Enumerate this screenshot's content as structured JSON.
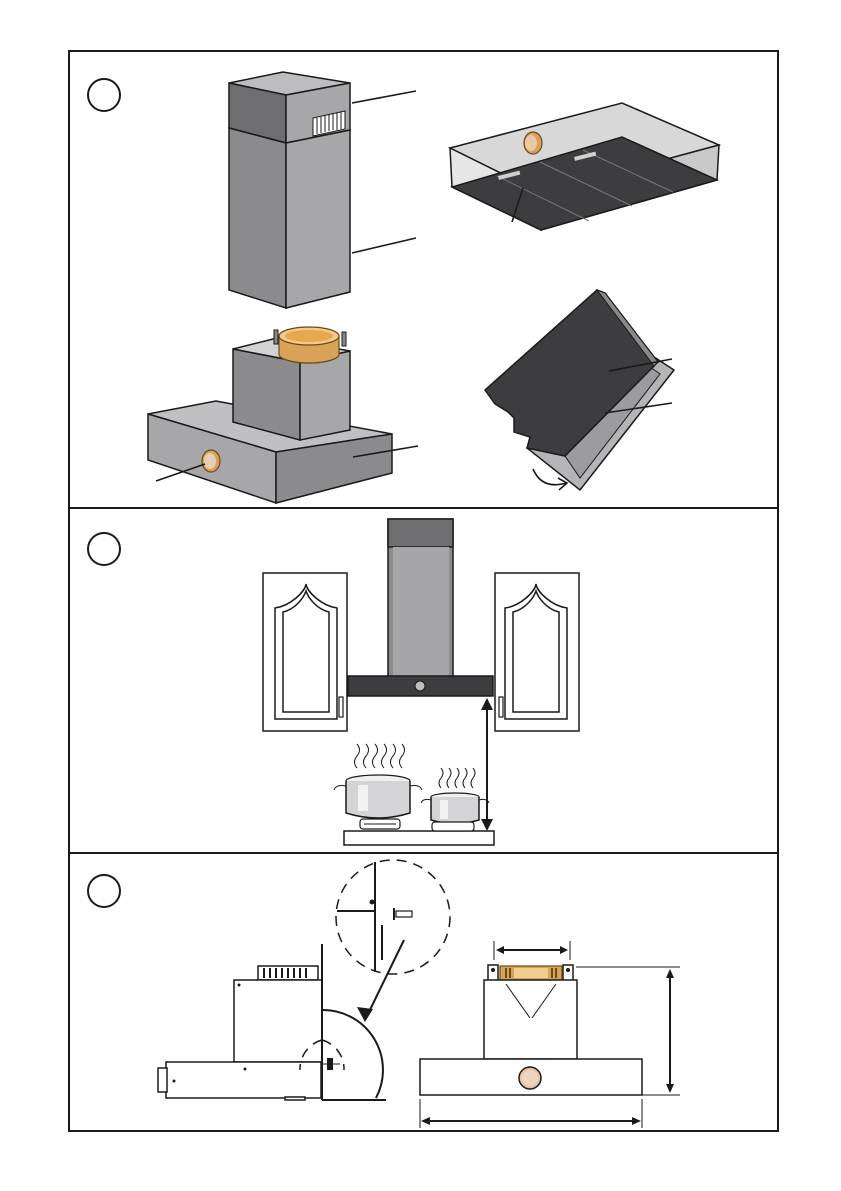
{
  "figure": {
    "panels": [
      {
        "step_number": "",
        "parts": [
          "chimney-upper",
          "chimney-lower",
          "filter-frame",
          "hood-body",
          "control-knob",
          "filter-panel",
          "filter-mesh"
        ]
      },
      {
        "step_number": "",
        "parts": [
          "cabinet-left",
          "cabinet-right",
          "hood",
          "chimney",
          "pot-large",
          "pot-small",
          "cooktop"
        ]
      },
      {
        "step_number": "",
        "parts": [
          "side-view",
          "detail-circle",
          "screw",
          "front-view"
        ]
      }
    ],
    "colors": {
      "steel": "#8b8b8d",
      "steel_dark": "#6e6e70",
      "panel_dark": "#3d3d3f",
      "copper": "#d9a259"
    }
  }
}
